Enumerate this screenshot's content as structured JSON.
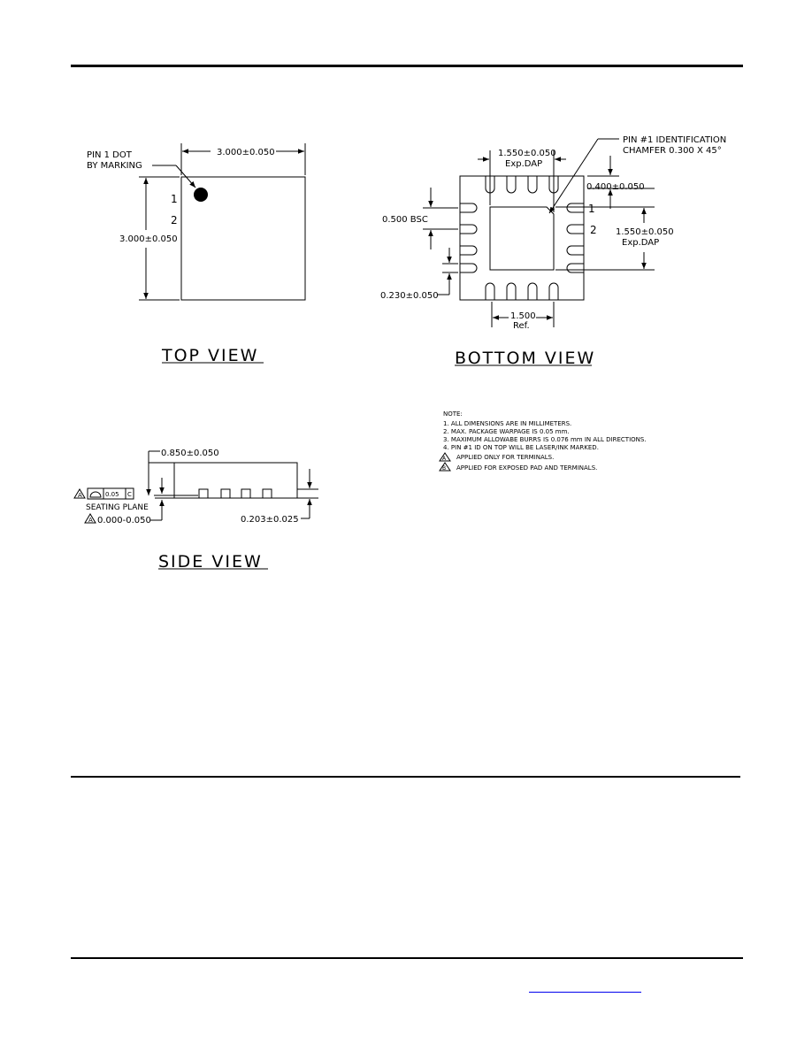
{
  "top_view": {
    "title": "TOP VIEW",
    "pin1_label_line1": "PIN 1 DOT",
    "pin1_label_line2": "BY MARKING",
    "width_dim": "3.000±0.050",
    "height_dim": "3.000±0.050",
    "pin_numbers": [
      "1",
      "2"
    ]
  },
  "bottom_view": {
    "title": "BOTTOM VIEW",
    "pin_id_line1": "PIN #1 IDENTIFICATION",
    "pin_id_line2": "CHAMFER 0.300 X 45°",
    "dap_width_value": "1.550±0.050",
    "dap_width_sub": "Exp.DAP",
    "pad_length": "0.400±0.050",
    "pitch": "0.500 BSC",
    "dap_height_value": "1.550±0.050",
    "dap_height_sub": "Exp.DAP",
    "pad_width": "0.230±0.050",
    "ref_value": "1.500",
    "ref_sub": "Ref.",
    "pin_numbers": [
      "1",
      "2"
    ]
  },
  "side_view": {
    "title": "SIDE VIEW",
    "height_dim": "0.850±0.050",
    "tolerance_value": "0.05",
    "datum": "C",
    "seating_plane": "SEATING PLANE",
    "standoff": "0.000-0.050",
    "terminal_thickness": "0.203±0.025",
    "callout_symbol": "A"
  },
  "notes": {
    "heading": "NOTE:",
    "items": [
      "1.  ALL DIMENSIONS ARE IN MILLIMETERS.",
      "2.  MAX. PACKAGE WARPAGE IS 0.05 mm.",
      "3.  MAXIMUM ALLOWABE BURRS IS 0.076 mm IN ALL DIRECTIONS.",
      "4.  PIN #1 ID ON TOP WILL BE LASER/INK MARKED."
    ],
    "flagged": [
      {
        "symbol": "A",
        "text": "APPLIED ONLY FOR TERMINALS."
      },
      {
        "symbol": "B",
        "text": "APPLIED FOR EXPOSED PAD AND TERMINALS."
      }
    ]
  }
}
